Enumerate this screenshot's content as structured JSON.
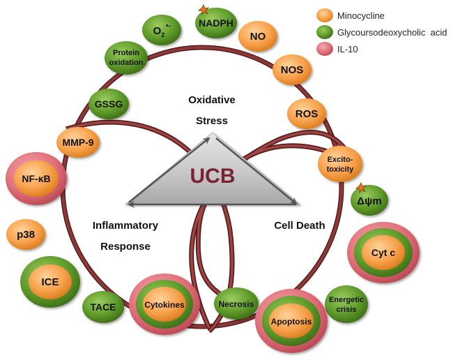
{
  "center": {
    "label": "UCB"
  },
  "region_labels": {
    "oxidative_line1": "Oxidative",
    "oxidative_line2": "Stress",
    "inflammatory_line1": "Inflammatory",
    "inflammatory_line2": "Response",
    "cell_death": "Cell Death"
  },
  "legend": {
    "items": [
      {
        "label": "Minocycline",
        "color": "#f7a04a"
      },
      {
        "label": "Glycoursodeoxycholic  acid",
        "color": "#5e9a2a"
      },
      {
        "label": "IL-10",
        "color": "#e0707a"
      }
    ]
  },
  "nodes": {
    "nadph": {
      "label": "NADPH",
      "type": "green"
    },
    "o2": {
      "label": "O",
      "sub": "2",
      "sup": "•-",
      "type": "green"
    },
    "no": {
      "label": "NO",
      "type": "orange"
    },
    "protein": {
      "line1": "Protein",
      "line2": "oxidation",
      "type": "green"
    },
    "nos": {
      "label": "NOS",
      "type": "orange"
    },
    "gssg": {
      "label": "GSSG",
      "type": "green"
    },
    "ros": {
      "label": "ROS",
      "type": "orange"
    },
    "mmp9": {
      "label": "MMP-9",
      "type": "orange"
    },
    "excito": {
      "line1": "Excito-",
      "line2": "toxicity",
      "type": "orange"
    },
    "nfkb": {
      "label": "NF-κB",
      "type": "orange+red"
    },
    "dpsi": {
      "label": "Δψm",
      "type": "green"
    },
    "p38": {
      "label": "p38",
      "type": "orange"
    },
    "cytc": {
      "label": "Cyt c",
      "type": "orange+green+red"
    },
    "ice": {
      "label": "ICE",
      "type": "orange+green"
    },
    "energetic": {
      "line1": "Energetic",
      "line2": "crisis",
      "type": "green"
    },
    "tace": {
      "label": "TACE",
      "type": "green"
    },
    "cytokines": {
      "label": "Cytokines",
      "type": "orange+green+red"
    },
    "necrosis": {
      "label": "Necrosis",
      "type": "green"
    },
    "apoptosis": {
      "label": "Apoptosis",
      "type": "orange+green+red"
    }
  }
}
